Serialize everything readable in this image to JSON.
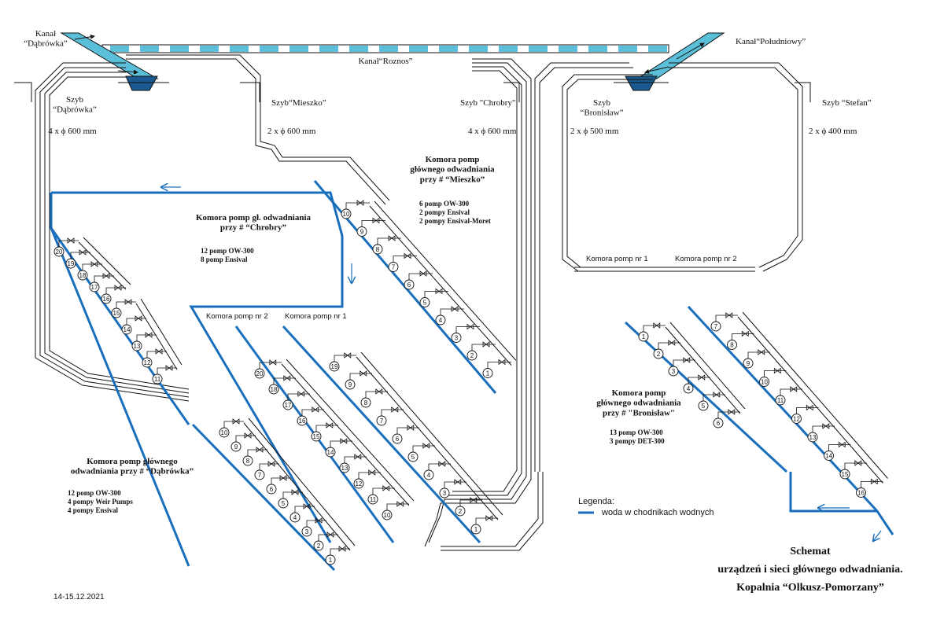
{
  "canals": {
    "dabrowka": "Kanał\n“Dąbrówka”",
    "roznos": "Kanał“Roznos”",
    "poludniowy": "Kanał“Południowy”"
  },
  "shafts": [
    {
      "name": "Szyb\n“Dąbrówka”",
      "pipes": "4 x ϕ 600 mm"
    },
    {
      "name": "Szyb“Mieszko”",
      "pipes": "2 x ϕ 600 mm"
    },
    {
      "name": "Szyb \"Chrobry\"",
      "pipes": "4 x ϕ 600 mm"
    },
    {
      "name": "Szyb\n“Bronisław”",
      "pipes": "2 x ϕ 500 mm"
    },
    {
      "name": "Szyb  “Stefan”",
      "pipes": "2 x ϕ 400 mm"
    }
  ],
  "chambers": {
    "mieszko": {
      "title": "Komora pomp\ngłównego odwadniania\nprzy # “Mieszko”",
      "pumps": [
        "6 pomp OW-300",
        "2 pompy Ensival",
        "2 pompy Ensival-Moret"
      ],
      "numbers": [
        "10",
        "9",
        "8",
        "7",
        "6",
        "5",
        "4",
        "3",
        "2",
        "1"
      ]
    },
    "chrobry": {
      "title": "Komora pomp gł. odwadniania\nprzy  # “Chrobry”",
      "pumps": [
        "12 pomp OW-300",
        "8 pomp Ensival"
      ],
      "sub1": "Komora pomp nr 2",
      "sub2": "Komora pomp nr 1",
      "numbers_nr2": [
        "20",
        "18",
        "17",
        "16",
        "15",
        "14",
        "13",
        "12",
        "11",
        "10"
      ],
      "numbers_nr1": [
        "19",
        "9",
        "8",
        "7",
        "6",
        "5",
        "4",
        "3",
        "2",
        "1"
      ]
    },
    "dabrowka": {
      "title": "Komora pomp głównego\nodwadniania przy  # “Dąbrówka”",
      "pumps": [
        "12 pomp OW-300",
        "4 pompy Weir Pumps",
        "4 pompy Ensival"
      ],
      "numbers_upper": [
        "20",
        "19",
        "18",
        "17",
        "16",
        "15",
        "14",
        "13",
        "12",
        "11"
      ],
      "numbers_lower": [
        "10",
        "9",
        "8",
        "7",
        "6",
        "5",
        "4",
        "3",
        "2",
        "1"
      ]
    },
    "bronislaw": {
      "title": "Komora pomp\ngłównego odwadniania\nprzy # \"Bronisław\"",
      "pumps": [
        "13 pomp OW-300",
        "3 pompy DET-300"
      ],
      "sub1": "Komora pomp nr 1",
      "sub2": "Komora pomp nr 2",
      "numbers_nr1": [
        "1",
        "2",
        "3",
        "4",
        "5",
        "6"
      ],
      "numbers_nr2": [
        "7",
        "8",
        "9",
        "10",
        "11",
        "12",
        "13",
        "14",
        "15",
        "16"
      ]
    }
  },
  "legend": {
    "title": "Legenda:",
    "water": "woda w chodnikach wodnych",
    "water_color": "#1a6fbd"
  },
  "footer": {
    "title_lines": [
      "Schemat",
      "urządzeń i sieci głównego odwadniania.",
      "Kopalnia  “Olkusz-Pomorzany”"
    ],
    "date": "14-15.12.2021"
  }
}
